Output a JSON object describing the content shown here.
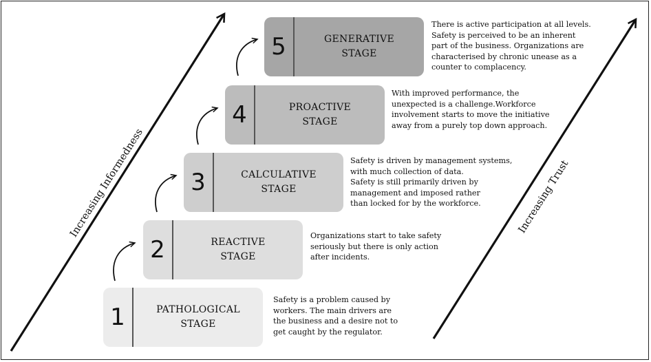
{
  "stages": [
    {
      "number": "1",
      "name_lines": [
        "PATHOLOGICAL",
        "STAGE"
      ],
      "description_lines": [
        "Safety is a problem caused by",
        "workers. The main drivers are",
        "the business and a desire not to",
        "get caught by the regulator."
      ]
    },
    {
      "number": "2",
      "name_lines": [
        "REACTIVE",
        "STAGE"
      ],
      "description_lines": [
        "Organizations start to take safety",
        "seriously but there is only action",
        "after incidents."
      ]
    },
    {
      "number": "3",
      "name_lines": [
        "CALCULATIVE",
        "STAGE"
      ],
      "description_lines": [
        "Safety is driven by management systems,",
        "with much collection of data.",
        "Safety is still primarily driven by",
        "management and imposed rather",
        "than locked for by the workforce."
      ]
    },
    {
      "number": "4",
      "name_lines": [
        "PROACTIVE",
        "STAGE"
      ],
      "description_lines": [
        "With improved performance, the",
        "unexpected is a challenge.Workforce",
        "involvement starts to move the initiative",
        "away from a purely top down approach."
      ]
    },
    {
      "number": "5",
      "name_lines": [
        "GENERATIVE",
        "STAGE"
      ],
      "description_lines": [
        "There is active participation at all levels.",
        "Safety is perceived to be an inherent",
        "part of the business. Organizations are",
        "characterised by chronic unease as a",
        "counter to complacency."
      ]
    }
  ],
  "axes": {
    "left_label": "Increasing Informedness",
    "right_label": "Increasing Trust"
  },
  "colors": {
    "stage_fills": [
      "#ececec",
      "#dedede",
      "#cecece",
      "#bcbcbc",
      "#a6a6a6"
    ],
    "arrow": "#111111"
  }
}
